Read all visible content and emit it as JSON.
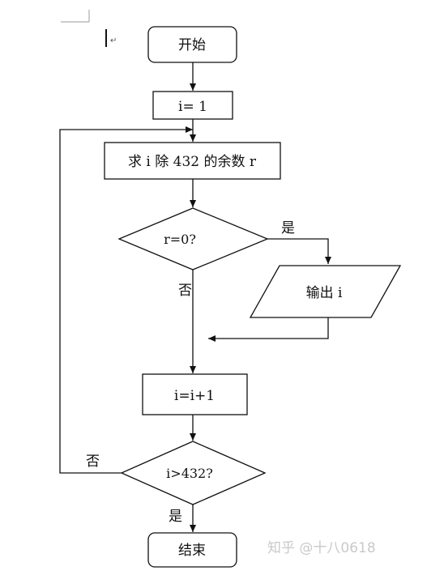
{
  "flowchart": {
    "start": "开始",
    "init": "i= 1",
    "remainder": "求 i 除 432 的余数 r",
    "cond1": "r=0?",
    "yes1": "是",
    "no1": "否",
    "output": "输出 i",
    "increment": "i=i+1",
    "cond2": "i>432?",
    "no2": "否",
    "yes2": "是",
    "end": "结束"
  },
  "paragraph_mark": "↵",
  "watermark": "知乎 @十八0618"
}
